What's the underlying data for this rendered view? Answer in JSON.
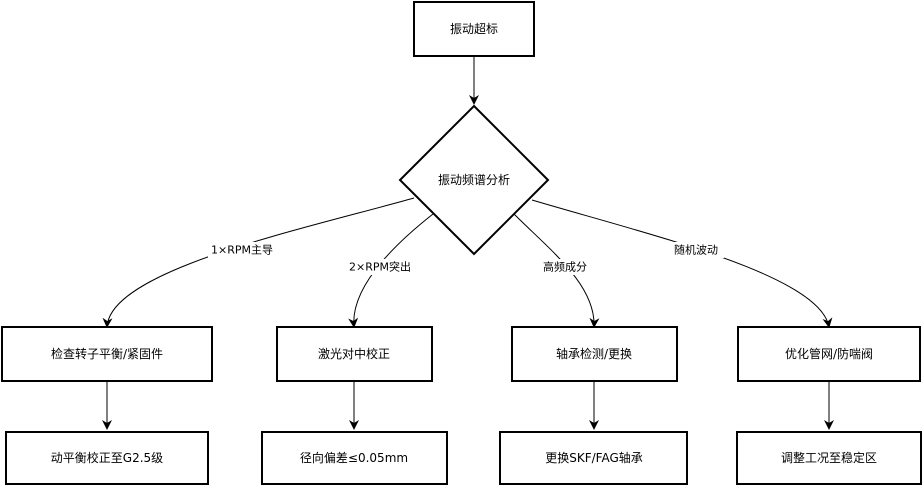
{
  "nodes": {
    "root": "振动超标",
    "decision": "振动频谱分析",
    "branch_1_action": "检查转子平衡/紧固件",
    "branch_2_action": "激光对中校正",
    "branch_3_action": "轴承检测/更换",
    "branch_4_action": "优化管网/防喘阀",
    "branch_1_result": "动平衡校正至G2.5级",
    "branch_2_result": "径向偏差≤0.05mm",
    "branch_3_result": "更换SKF/FAG轴承",
    "branch_4_result": "调整工况至稳定区"
  },
  "edge_labels": {
    "branch_1": "1×RPM主导",
    "branch_2": "2×RPM突出",
    "branch_3": "高频成分",
    "branch_4": "随机波动"
  },
  "colors": {
    "stroke": "#000000",
    "fill": "#ffffff",
    "text": "#000000"
  }
}
